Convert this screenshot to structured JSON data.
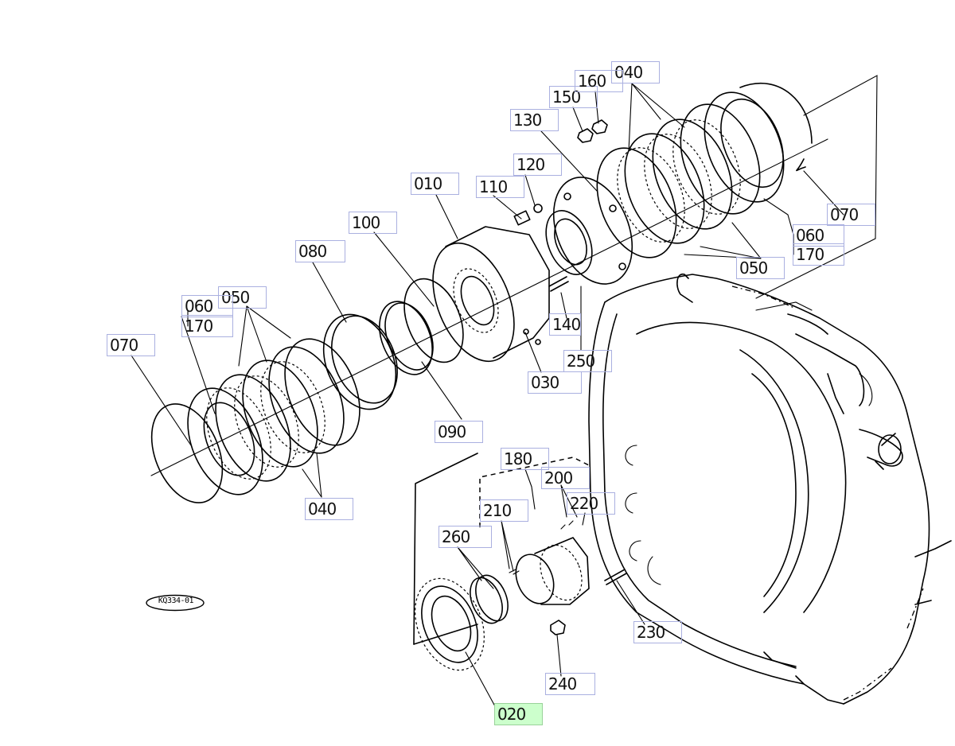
{
  "callouts": [
    {
      "id": "c010",
      "label": "010",
      "active": false
    },
    {
      "id": "c020",
      "label": "020",
      "active": true
    },
    {
      "id": "c030",
      "label": "030",
      "active": false
    },
    {
      "id": "c040a",
      "label": "040",
      "active": false
    },
    {
      "id": "c040b",
      "label": "040",
      "active": false
    },
    {
      "id": "c050a",
      "label": "050",
      "active": false
    },
    {
      "id": "c050b",
      "label": "050",
      "active": false
    },
    {
      "id": "c060a",
      "label": "060",
      "active": false
    },
    {
      "id": "c060b",
      "label": "060",
      "active": false
    },
    {
      "id": "c070a",
      "label": "070",
      "active": false
    },
    {
      "id": "c070b",
      "label": "070",
      "active": false
    },
    {
      "id": "c080",
      "label": "080",
      "active": false
    },
    {
      "id": "c090",
      "label": "090",
      "active": false
    },
    {
      "id": "c100",
      "label": "100",
      "active": false
    },
    {
      "id": "c110",
      "label": "110",
      "active": false
    },
    {
      "id": "c120",
      "label": "120",
      "active": false
    },
    {
      "id": "c130",
      "label": "130",
      "active": false
    },
    {
      "id": "c140",
      "label": "140",
      "active": false
    },
    {
      "id": "c150",
      "label": "150",
      "active": false
    },
    {
      "id": "c160",
      "label": "160",
      "active": false
    },
    {
      "id": "c170a",
      "label": "170",
      "active": false
    },
    {
      "id": "c170b",
      "label": "170",
      "active": false
    },
    {
      "id": "c180",
      "label": "180",
      "active": false
    },
    {
      "id": "c200",
      "label": "200",
      "active": false
    },
    {
      "id": "c210",
      "label": "210",
      "active": false
    },
    {
      "id": "c220",
      "label": "220",
      "active": false
    },
    {
      "id": "c230",
      "label": "230",
      "active": false
    },
    {
      "id": "c240",
      "label": "240",
      "active": false
    },
    {
      "id": "c250",
      "label": "250",
      "active": false
    },
    {
      "id": "c260",
      "label": "260",
      "active": false
    }
  ],
  "drawing_code": "KQ334-01",
  "highlight_color": "#ccffcc",
  "callout_border_color": "#aab0e0"
}
